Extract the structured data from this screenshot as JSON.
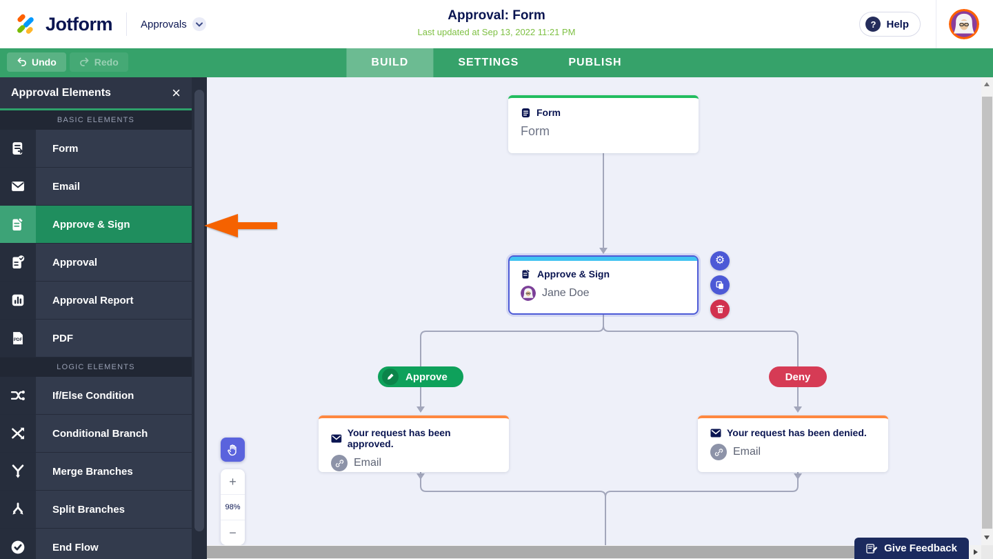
{
  "header": {
    "brand": "Jotform",
    "nav": {
      "label": "Approvals"
    },
    "title": "Approval: Form",
    "last_updated": "Last updated at Sep 13, 2022 11:21 PM",
    "help": "Help"
  },
  "toolbar": {
    "undo": "Undo",
    "redo": "Redo",
    "tabs": [
      {
        "label": "BUILD",
        "active": true
      },
      {
        "label": "SETTINGS",
        "active": false
      },
      {
        "label": "PUBLISH",
        "active": false
      }
    ]
  },
  "sidebar": {
    "title": "Approval Elements",
    "sections": [
      {
        "label": "BASIC ELEMENTS",
        "items": [
          {
            "label": "Form",
            "icon": "form-icon",
            "selected": false
          },
          {
            "label": "Email",
            "icon": "envelope-icon",
            "selected": false
          },
          {
            "label": "Approve & Sign",
            "icon": "approve-sign-icon",
            "selected": true
          },
          {
            "label": "Approval",
            "icon": "approval-icon",
            "selected": false
          },
          {
            "label": "Approval Report",
            "icon": "report-icon",
            "selected": false
          },
          {
            "label": "PDF",
            "icon": "pdf-icon",
            "selected": false
          }
        ]
      },
      {
        "label": "LOGIC ELEMENTS",
        "items": [
          {
            "label": "If/Else Condition",
            "icon": "if-else-icon",
            "selected": false
          },
          {
            "label": "Conditional Branch",
            "icon": "conditional-branch-icon",
            "selected": false
          },
          {
            "label": "Merge Branches",
            "icon": "merge-branches-icon",
            "selected": false
          },
          {
            "label": "Split Branches",
            "icon": "split-branches-icon",
            "selected": false
          },
          {
            "label": "End Flow",
            "icon": "end-flow-icon",
            "selected": false
          }
        ]
      }
    ]
  },
  "canvas": {
    "flow": {
      "form_node": {
        "type_label": "Form",
        "name": "Form"
      },
      "approve_sign_node": {
        "type_label": "Approve & Sign",
        "assignee": "Jane Doe",
        "selected": true
      },
      "approve_branch": {
        "label": "Approve"
      },
      "deny_branch": {
        "label": "Deny"
      },
      "approved_email_node": {
        "subject": "Your request has been approved.",
        "link_label": "Email"
      },
      "denied_email_node": {
        "subject": "Your request has been denied.",
        "link_label": "Email"
      }
    },
    "zoom_controls": {
      "zoom_in": "+",
      "zoom_level": "98%",
      "zoom_out": "−"
    }
  },
  "feedback": {
    "label": "Give Feedback"
  },
  "colors": {
    "brand_navy": "#0a1551",
    "toolbar_green": "#36a26a",
    "sidebar_dark": "#2e3546",
    "selected_green": "#1f8e5e",
    "canvas_bg": "#eef0f9",
    "form_node_top": "#22bd5f",
    "email_node_top": "#ff8840",
    "selection_blue": "#4c59d6",
    "selection_cyan": "#41c3f1",
    "approve_green": "#0ea15b",
    "deny_red": "#d63b55",
    "danger_red": "#d1314e",
    "pointer_orange": "#f56200",
    "updated_green": "#7ec043",
    "connector_gray": "#a2a6bb"
  }
}
